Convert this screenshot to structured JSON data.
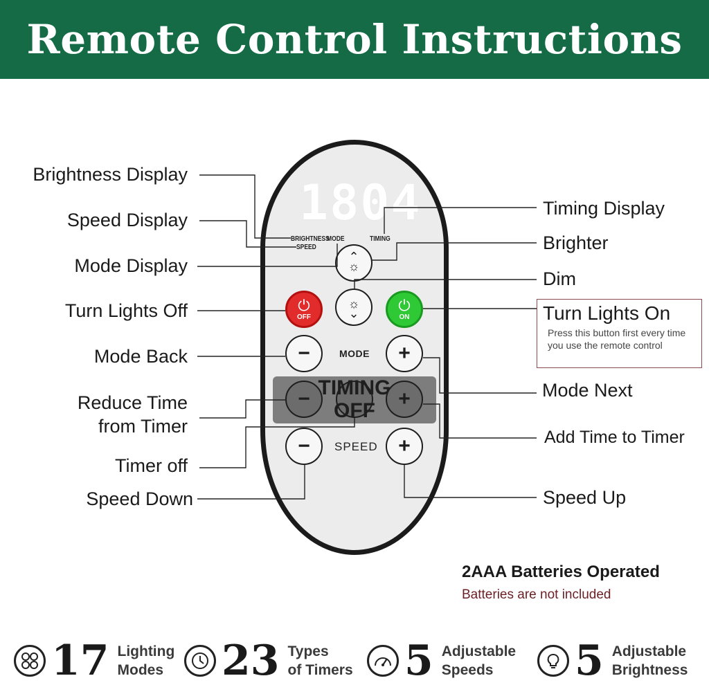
{
  "header": {
    "title": "Remote Control Instructions"
  },
  "remote": {
    "display_digits": "1804",
    "brightness_label": "BRIGHTNESS",
    "speed_label": "SPEED",
    "mode_label": "MODE",
    "timing_label": "TIMING",
    "off_label": "OFF",
    "on_label": "ON",
    "mode_row_label": "MODE",
    "timing_off_line1": "TIMING",
    "timing_off_line2": "OFF",
    "speed_row_label": "SPEED",
    "minus_symbol": "−",
    "plus_symbol": "+",
    "up_arrow": "⌃",
    "down_arrow": "⌄",
    "sun_icon": "☼",
    "power_icon": "⏻"
  },
  "callouts": {
    "brightness_display": "Brightness Display",
    "speed_display": "Speed Display",
    "mode_display": "Mode Display",
    "turn_lights_off": "Turn Lights Off",
    "mode_back": "Mode Back",
    "reduce_time_line1": "Reduce Time",
    "reduce_time_line2": "from Timer",
    "timer_off": "Timer off",
    "speed_down": "Speed Down",
    "timing_display": "Timing Display",
    "brighter": "Brighter",
    "dim": "Dim",
    "turn_lights_on": "Turn Lights On",
    "turn_lights_on_note": "Press this button first every time you use the remote control",
    "mode_next": "Mode Next",
    "add_time": "Add Time to Timer",
    "speed_up": "Speed Up"
  },
  "batteries": {
    "title": "2AAA Batteries Operated",
    "note": "Batteries are not included"
  },
  "features": [
    {
      "icon": "modes-grid-icon",
      "number": "17",
      "line1": "Lighting",
      "line2": "Modes"
    },
    {
      "icon": "clock-icon",
      "number": "23",
      "line1": "Types",
      "line2": "of Timers"
    },
    {
      "icon": "speedometer-icon",
      "number": "5",
      "line1": "Adjustable",
      "line2": "Speeds"
    },
    {
      "icon": "lightbulb-icon",
      "number": "5",
      "line1": "Adjustable",
      "line2": "Brightness"
    }
  ],
  "colors": {
    "banner": "#156b45",
    "off_button": "#e22b2b",
    "on_button": "#2fc935",
    "note_border": "#8a4a50",
    "battery_note": "#6b1f24"
  }
}
